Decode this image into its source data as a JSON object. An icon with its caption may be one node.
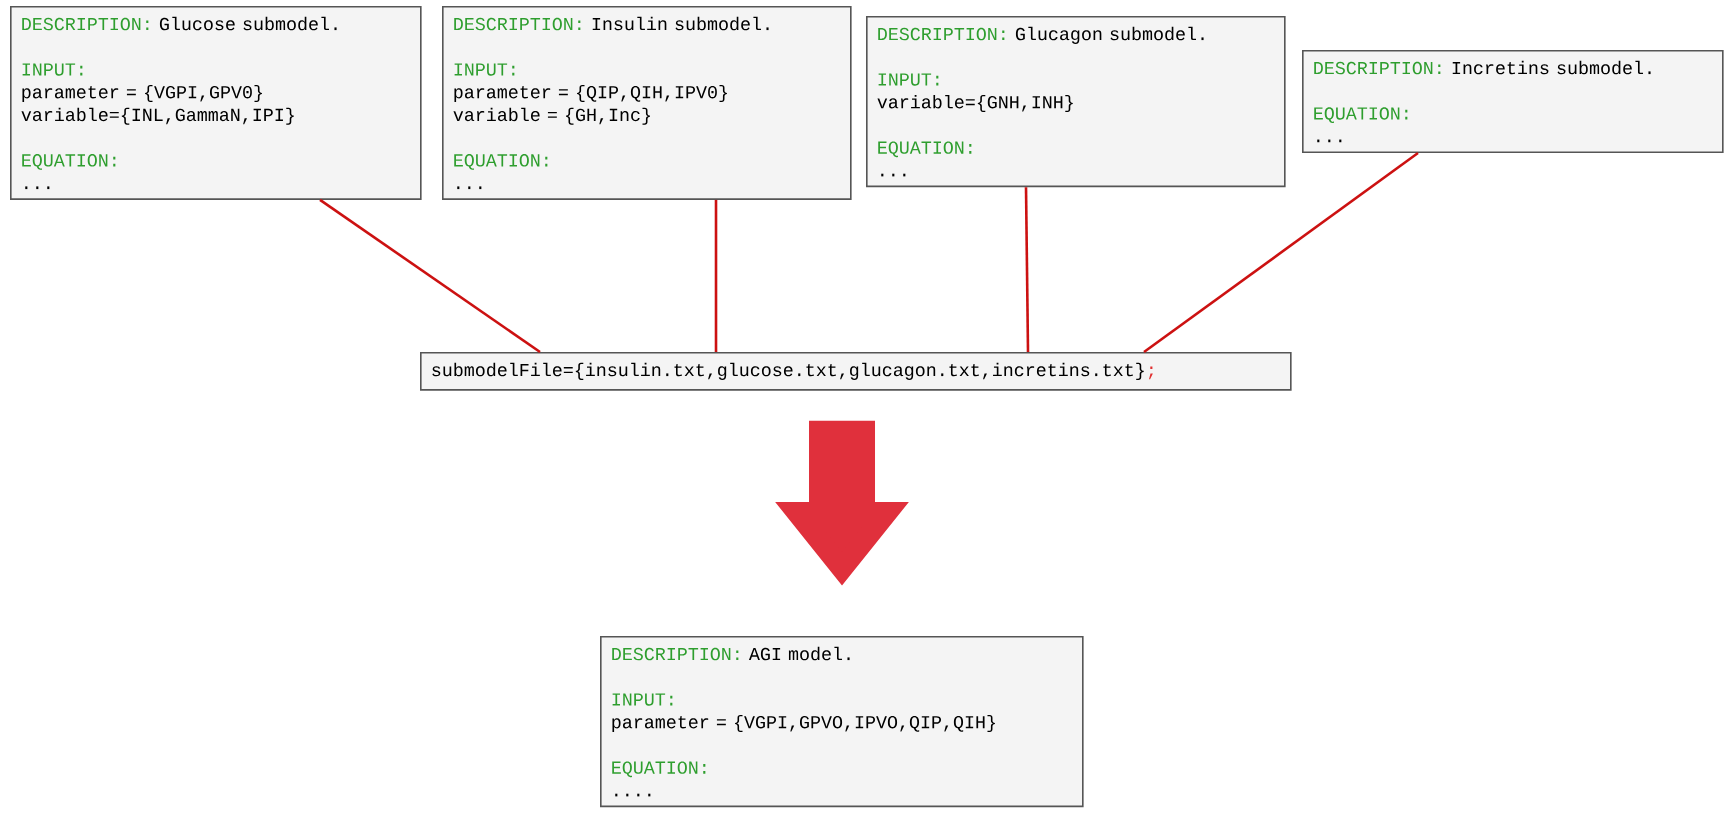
{
  "diagram": {
    "nodes": [
      {
        "text": [
          "DESCRIPTION:",
          "Glucose submodel.",
          "INPUT:",
          "parameter = {VGPI,GPV0}",
          "variable={INL,GammaN,IPI}",
          "EQUATION:",
          "..."
        ]
      },
      {
        "text": [
          "DESCRIPTION:",
          "Insulin submodel.",
          "INPUT:",
          "parameter = {QIP,QIH,IPV0}",
          "variable  = {GH,Inc}",
          "EQUATION:",
          "..."
        ]
      },
      {
        "text": [
          "DESCRIPTION:",
          "Glucagon submodel.",
          "INPUT:",
          "variable={GNH,INH}",
          "EQUATION:",
          "..."
        ]
      },
      {
        "text": [
          "DESCRIPTION:",
          "Incretins submodel.",
          "EQUATION:",
          "..."
        ]
      },
      {
        "text": [
          "submodelFile={insulin.txt,glucose.txt,glucagon.txt,incretins.txt}",
          ";"
        ]
      },
      {
        "text": [
          "DESCRIPTION:",
          "AGI model.",
          "INPUT:",
          "parameter = {VGPI,GPVO,IPVO,QIP,QIH}",
          "EQUATION:",
          "...."
        ]
      }
    ],
    "edges": [
      {
        "from": 0,
        "to": 4,
        "arrow": "none"
      },
      {
        "from": 1,
        "to": 4,
        "arrow": "none"
      },
      {
        "from": 2,
        "to": 4,
        "arrow": "none"
      },
      {
        "from": 3,
        "to": 4,
        "arrow": "none"
      },
      {
        "from": 4,
        "to": 5,
        "arrow": "to",
        "style": "thick"
      }
    ]
  }
}
